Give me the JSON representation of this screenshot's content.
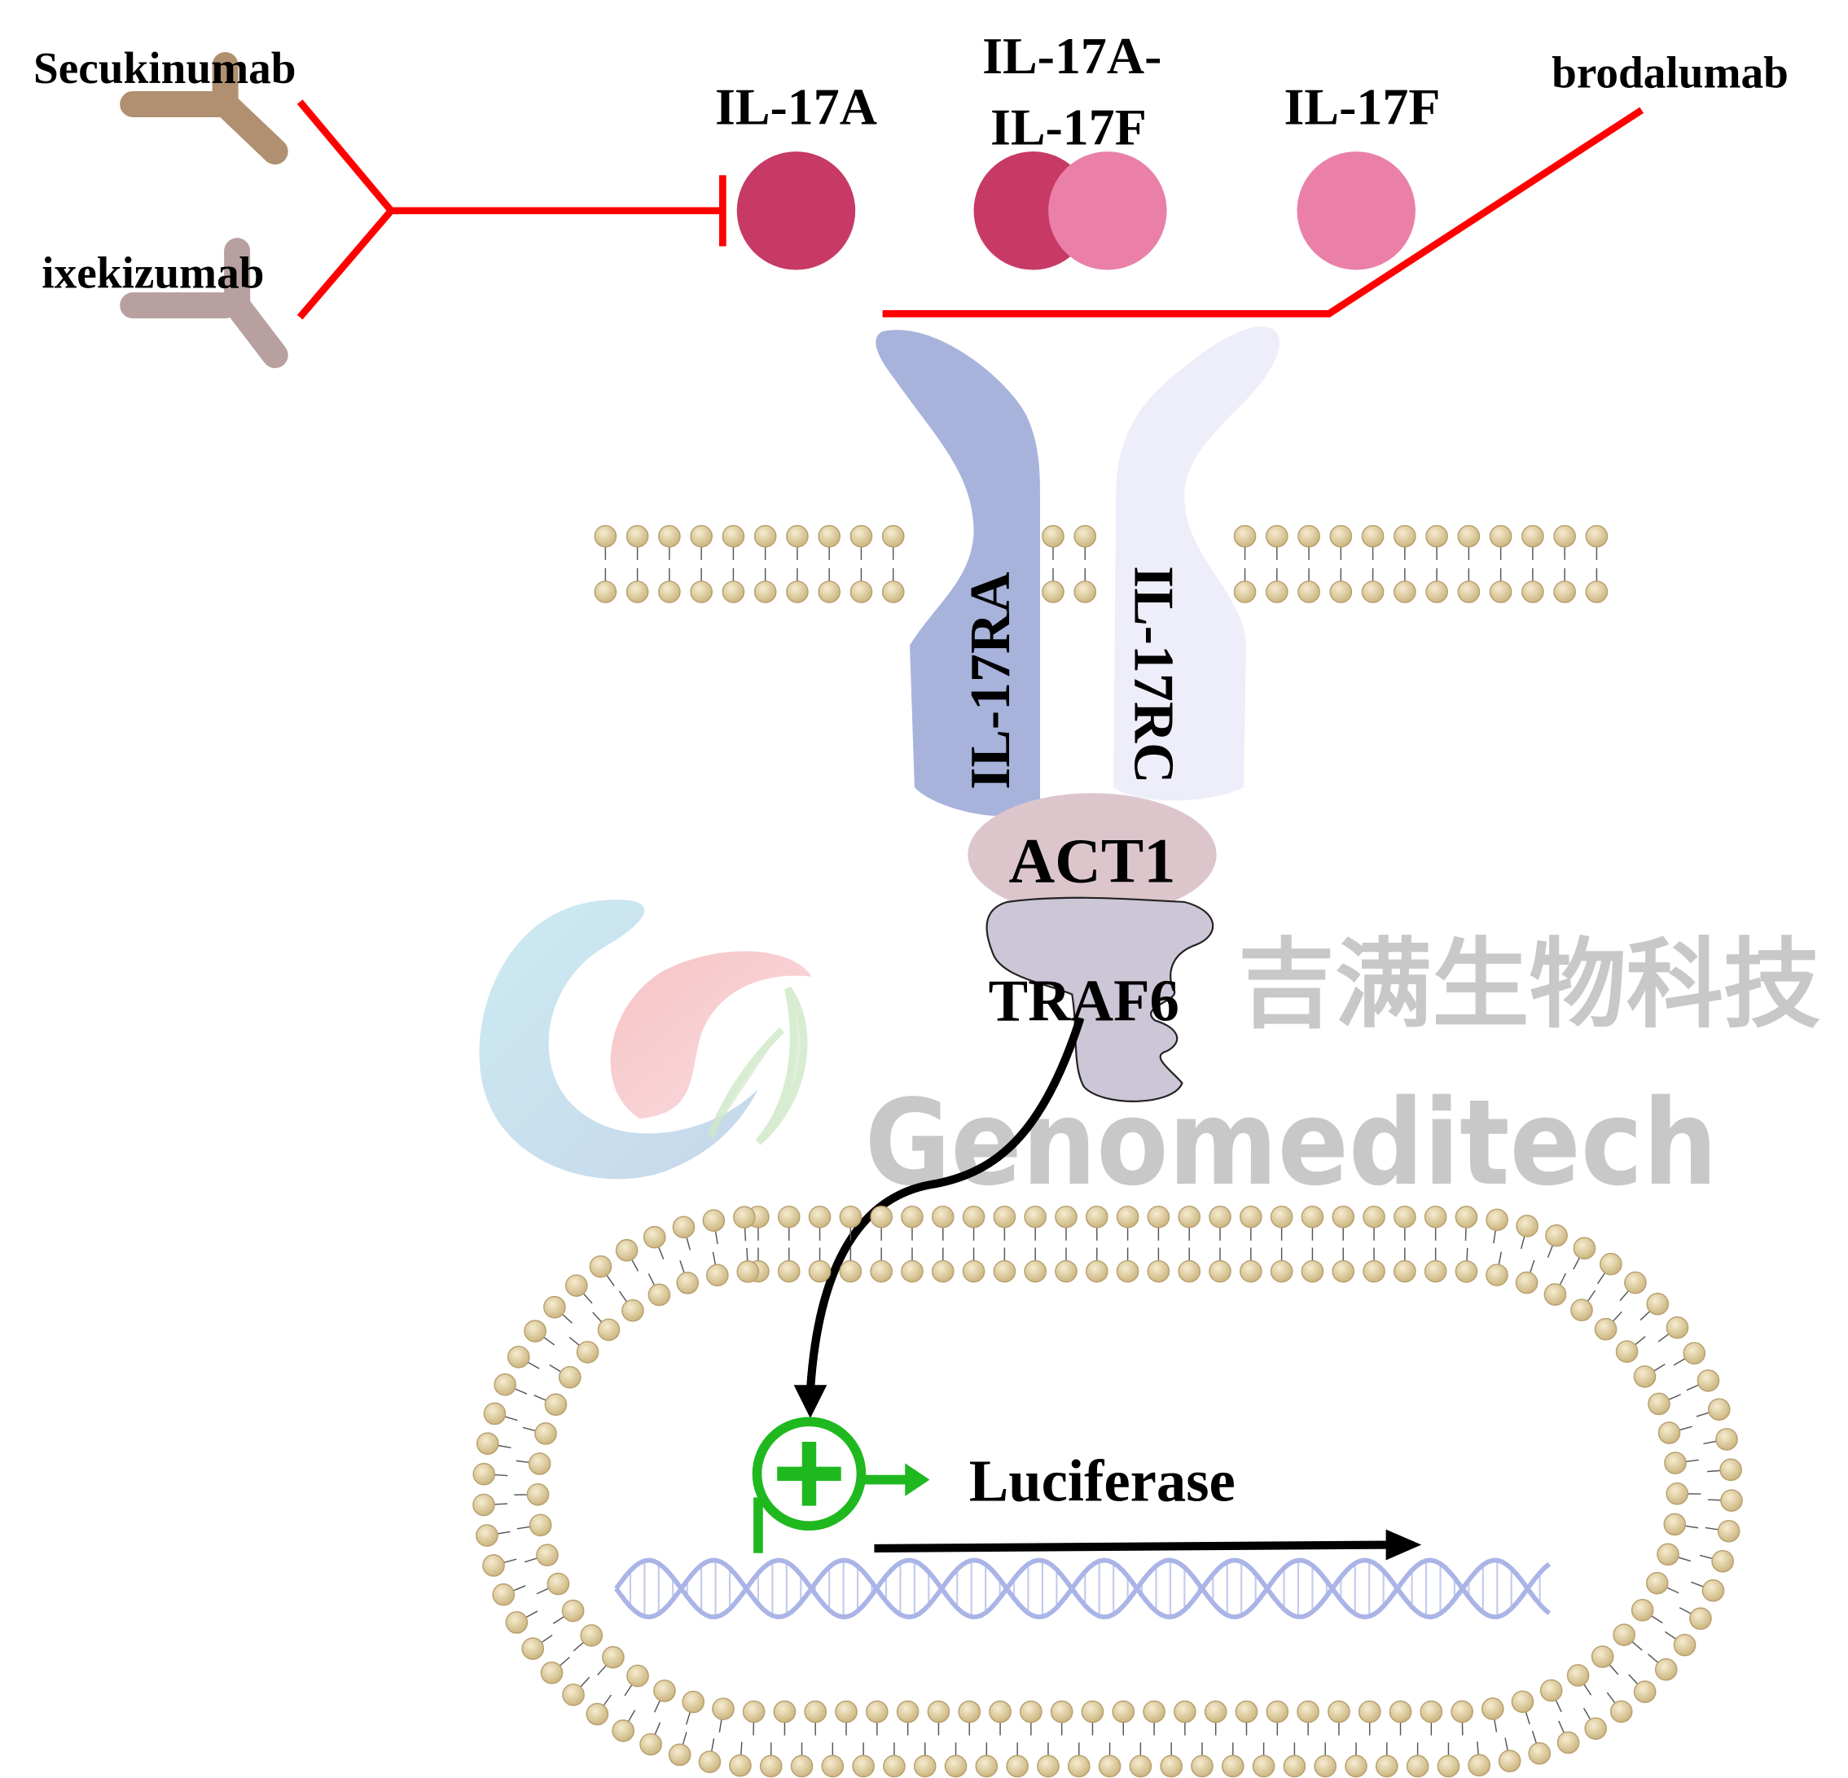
{
  "drugs": {
    "secukinumab": "Secukinumab",
    "ixekizumab": "ixekizumab",
    "brodalumab": "brodalumab"
  },
  "cytokines": {
    "il17a": "IL-17A",
    "il17af_line1": "IL-17A-",
    "il17af_line2": "IL-17F",
    "il17f": "IL-17F"
  },
  "receptors": {
    "il17ra": "IL-17RA",
    "il17rc": "IL-17RC"
  },
  "adaptors": {
    "act1": "ACT1",
    "traf6": "TRAF6"
  },
  "reporter": {
    "label": "Luciferase"
  },
  "watermark": {
    "chinese": "吉满生物科技",
    "english": "Genomeditech"
  },
  "colors": {
    "inhibition": "#ff0000",
    "il17a": "#c73a66",
    "il17f": "#ea80a8",
    "il17ra": "#a8b3dc",
    "il17rc": "#eeeefa",
    "act1": "#dcc6cc",
    "traf6": "#cdc6d6",
    "lipid": "#d9c89a",
    "promoter": "#1fb81f",
    "dna": "#aab4e6",
    "secukinumab": "#b09070",
    "ixekizumab": "#b8a0a0"
  }
}
